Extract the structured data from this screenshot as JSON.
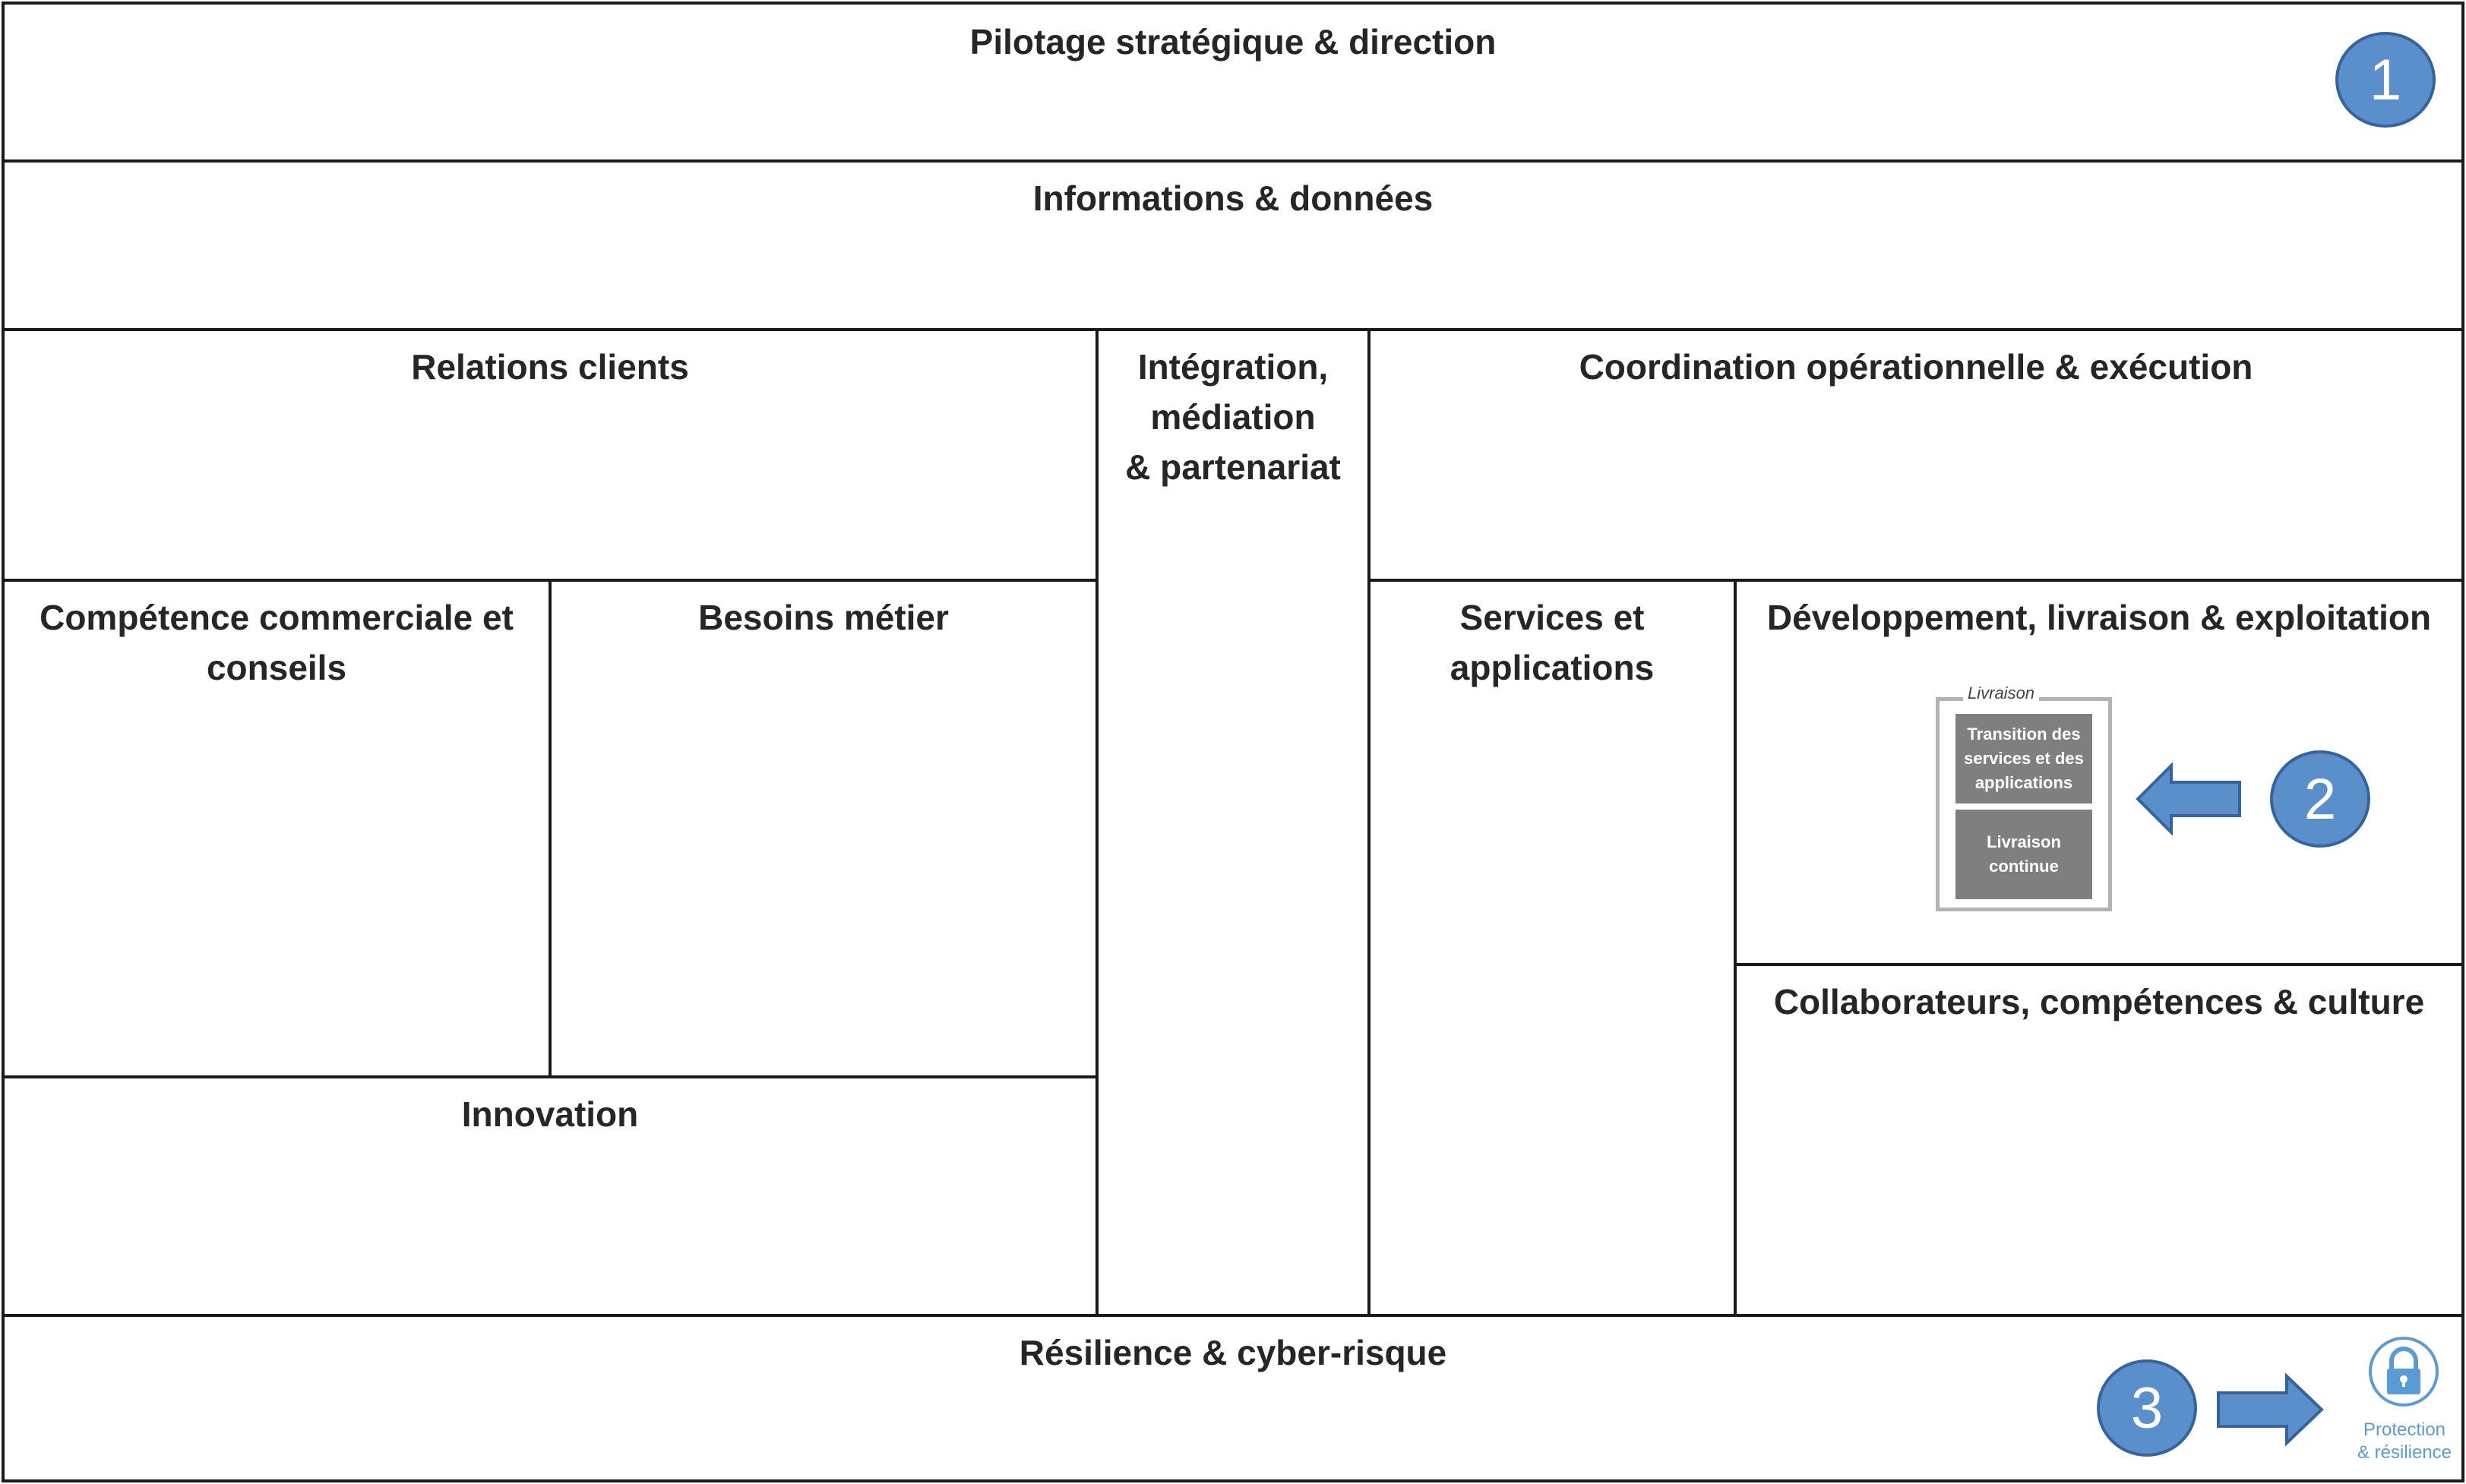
{
  "blocks": {
    "pilotage": "Pilotage stratégique & direction",
    "informations": "Informations & données",
    "relations_clients": "Relations clients",
    "integration": "Intégration,\nmédiation\n& partenariat",
    "coordination": "Coordination opérationnelle & exécution",
    "competence": "Compétence commerciale et\nconseils",
    "besoins": "Besoins métier",
    "services": "Services et\napplications",
    "developpement": "Développement, livraison & exploitation",
    "collaborateurs": "Collaborateurs, compétences & culture",
    "innovation": "Innovation",
    "resilience": "Résilience & cyber-risque"
  },
  "callouts": {
    "badge_1": "1",
    "badge_2": "2",
    "badge_3": "3"
  },
  "livraison_panel": {
    "caption": "Livraison",
    "card_1": "Transition des\nservices et des\napplications",
    "card_2": "Livraison\ncontinue"
  },
  "protection": {
    "icon": "lock-icon",
    "label": "Protection\n& résilience"
  },
  "colors": {
    "badge_fill": "#5b8fcc",
    "arrow_fill": "#5b8fcc",
    "card_fill": "#7f7f7f",
    "protection_accent": "#5b9bd5"
  }
}
